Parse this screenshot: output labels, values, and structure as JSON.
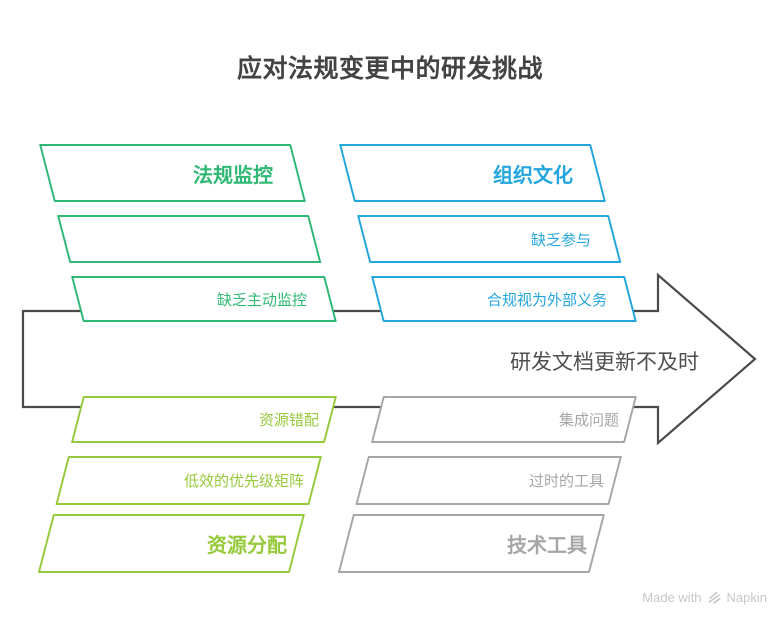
{
  "page": {
    "title": "应对法规变更中的研发挑战"
  },
  "diagram": {
    "type": "fishbone-arrow",
    "effect_label": "研发文档更新不及时",
    "branches": [
      {
        "id": "regulation-monitoring",
        "position": "top-left",
        "color": "#2eb873",
        "header": "法规监控",
        "items": [
          "",
          "缺乏主动监控"
        ]
      },
      {
        "id": "organizational-culture",
        "position": "top-right",
        "color": "#23a5de",
        "header": "组织文化",
        "items": [
          "缺乏参与",
          "合规视为外部义务"
        ]
      },
      {
        "id": "resource-allocation",
        "position": "bottom-left",
        "color": "#97c93c",
        "header": "资源分配",
        "items": [
          "资源错配",
          "低效的优先级矩阵"
        ]
      },
      {
        "id": "technical-tools",
        "position": "bottom-right",
        "color": "#a6a6a6",
        "header": "技术工具",
        "items": [
          "集成问题",
          "过时的工具"
        ]
      }
    ]
  },
  "footer": {
    "made_with": "Made with",
    "brand": "Napkin"
  },
  "colors": {
    "green": "#2eb873",
    "blue": "#23a5de",
    "lime": "#97c93c",
    "gray": "#a6a6a6",
    "dark": "#4b4b4b",
    "text-dark": "#4f4f4f",
    "title": "#434343",
    "watermark": "#c7c7c7"
  }
}
